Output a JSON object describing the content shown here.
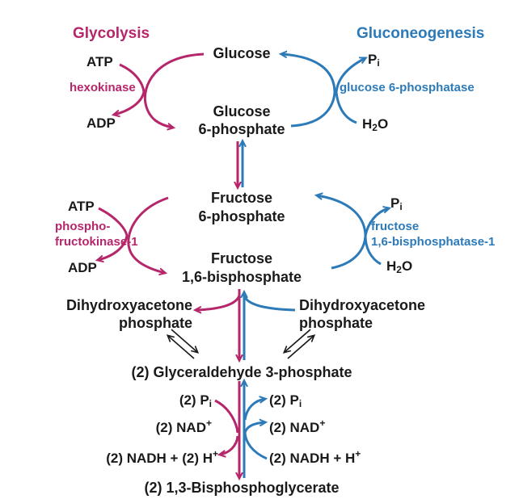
{
  "colors": {
    "glycolysis": "#b5266b",
    "gluconeogenesis": "#2d7ab8",
    "text": "#1a1a1a"
  },
  "headers": {
    "glycolysis": "Glycolysis",
    "gluconeogenesis": "Gluconeogenesis"
  },
  "metabolites": {
    "glucose": "Glucose",
    "g6p_1": "Glucose",
    "g6p_2": "6-phosphate",
    "f6p_1": "Fructose",
    "f6p_2": "6-phosphate",
    "f16bp_1": "Fructose",
    "f16bp_2": "1,6-bisphosphate",
    "dhap_left_1": "Dihydroxyacetone",
    "dhap_left_2": "phosphate",
    "dhap_right_1": "Dihydroxyacetone",
    "dhap_right_2": "phosphate",
    "g3p": "(2) Glyceraldehyde 3-phosphate",
    "bpg": "(2) 1,3-Bisphosphoglycerate"
  },
  "enzymes": {
    "hexokinase": "hexokinase",
    "pfk1_1": "phospho-",
    "pfk1_2": "fructokinase-1",
    "g6pase": "glucose 6-phosphatase",
    "fbpase_1": "fructose",
    "fbpase_2": "1,6-bisphosphatase-1"
  },
  "cofactors": {
    "atp": "ATP",
    "adp": "ADP",
    "p": "P",
    "i": "i",
    "h": "H",
    "two": "2",
    "o": "O",
    "pi_prefix": "(2) P",
    "nad_prefix": "(2) NAD",
    "plus": "+",
    "nadh_left_a": "(2) NADH + (2) H",
    "nadh_right_a": "(2) NADH + H"
  }
}
